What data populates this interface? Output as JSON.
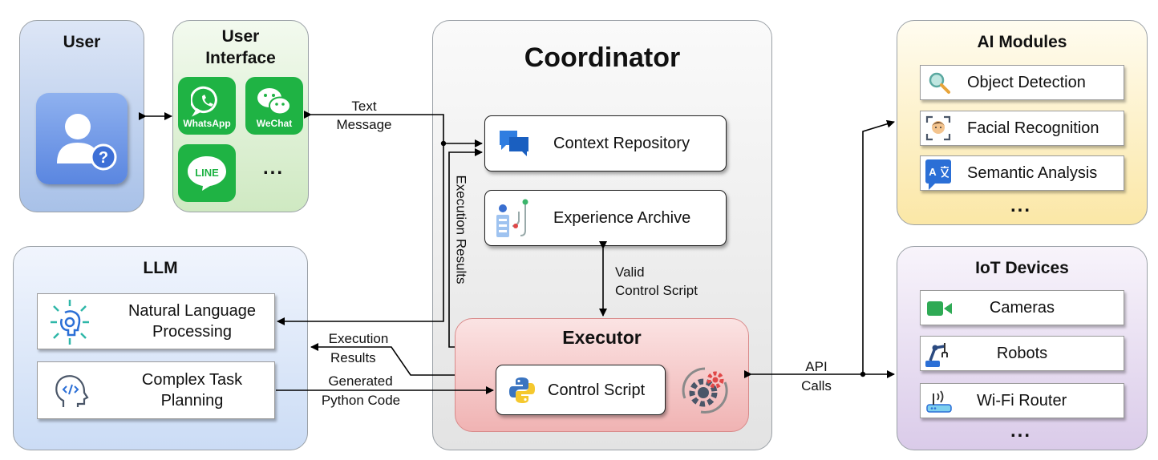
{
  "user": {
    "title": "User"
  },
  "ui": {
    "title_line1": "User",
    "title_line2": "Interface",
    "apps": [
      "WhatsApp",
      "WeChat",
      "LINE"
    ],
    "more": "..."
  },
  "coordinator": {
    "title": "Coordinator",
    "context": "Context Repository",
    "experience": "Experience Archive",
    "valid_line1": "Valid",
    "valid_line2": "Control Script"
  },
  "executor": {
    "title": "Executor",
    "control": "Control Script"
  },
  "llm": {
    "title": "LLM",
    "nlp_line1": "Natural Language",
    "nlp_line2": "Processing",
    "plan_line1": "Complex Task",
    "plan_line2": "Planning"
  },
  "ai": {
    "title": "AI Modules",
    "items": [
      "Object Detection",
      "Facial Recognition",
      "Semantic Analysis"
    ],
    "more": "..."
  },
  "iot": {
    "title": "IoT Devices",
    "items": [
      "Cameras",
      "Robots",
      "Wi-Fi Router"
    ],
    "more": "..."
  },
  "labels": {
    "text_line1": "Text",
    "text_line2": "Message",
    "exec_vertical": "Execution Results",
    "exec_line1": "Execution",
    "exec_line2": "Results",
    "gen_line1": "Generated",
    "gen_line2": "Python Code",
    "api_line1": "API",
    "api_line2": "Calls"
  },
  "colors": {
    "user_panel": "#c2d3ee",
    "ui_panel": "#dcefd2",
    "coordinator_panel": "#efefef",
    "executor_panel": "#f7cfcf",
    "llm_panel": "#dce6f7",
    "ai_panel": "#fcefc4",
    "iot_panel": "#e6daf0",
    "app_green": "#1fb344"
  }
}
